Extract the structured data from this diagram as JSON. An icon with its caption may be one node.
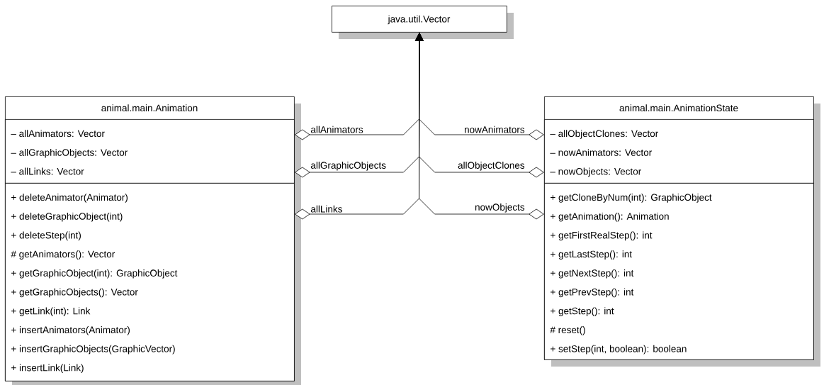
{
  "diagram": {
    "nodes": [
      {
        "text": [
          "java.util.Vector"
        ]
      },
      {
        "text": [
          "animal.main.Animation"
        ]
      },
      {
        "text": [
          "– allAnimators: Vector",
          "– allGraphicObjects: Vector",
          "– allLinks: Vector"
        ],
        "in": 1
      },
      {
        "text": [
          "+ deleteAnimator(Animator)",
          "+ deleteGraphicObject(int)",
          "+ deleteStep(int)",
          "# getAnimators(): Vector",
          "+ getGraphicObject(int): GraphicObject",
          "+ getGraphicObjects(): Vector",
          "+ getLink(int): Link",
          "+ insertAnimators(Animator)",
          "+ insertGraphicObjects(GraphicVector)",
          "+ insertLink(Link)"
        ],
        "in": 1
      },
      {
        "text": [
          "animal.main.AnimationState"
        ]
      },
      {
        "text": [
          "– allObjectClones: Vector",
          "– nowAnimators: Vector",
          "– nowObjects: Vector"
        ],
        "in": 4
      },
      {
        "text": [
          "+ getCloneByNum(int): GraphicObject",
          "+ getAnimation(): Animation",
          "+ getFirstRealStep(): int",
          "+ getLastStep(): int",
          "+ getNextStep(): int",
          "+ getPrevStep(): int",
          "+ getStep(): int",
          "# reset()",
          "+ setStep(int, boolean): boolean"
        ],
        "in": 4
      }
    ],
    "edges": [
      {
        "from": 1,
        "to": 0,
        "arrow": "to",
        "label": "allAnimators"
      },
      {
        "from": 1,
        "to": 0,
        "arrow": "to",
        "label": "allGraphicObjects"
      },
      {
        "from": 1,
        "to": 0,
        "arrow": "to",
        "label": "allLinks"
      },
      {
        "from": 4,
        "to": 0,
        "arrow": "to",
        "label": "nowAnimators"
      },
      {
        "from": 4,
        "to": 0,
        "arrow": "to",
        "label": "allObjectClones"
      },
      {
        "from": 4,
        "to": 0,
        "arrow": "to",
        "label": "nowObjects"
      }
    ]
  }
}
